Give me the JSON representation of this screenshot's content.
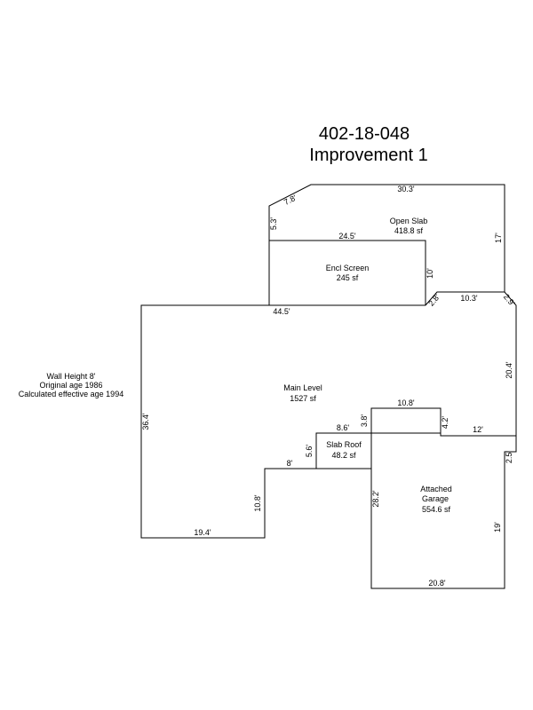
{
  "title": {
    "parcel": "402-18-048",
    "improvement": "Improvement 1"
  },
  "notes": {
    "wall_height": "Wall Height 8'",
    "original_age": "Original age 1986",
    "effective_age": "Calculated effective age 1994"
  },
  "areas": {
    "open_slab": {
      "name": "Open Slab",
      "size": "418.8 sf"
    },
    "encl_screen": {
      "name": "Encl Screen",
      "size": "245 sf"
    },
    "main_level": {
      "name": "Main Level",
      "size": "1527 sf"
    },
    "slab_roof": {
      "name": "Slab Roof",
      "size": "48.2 sf"
    },
    "garage": {
      "name_line1": "Attached",
      "name_line2": "Garage",
      "size": "554.6 sf"
    }
  },
  "dims": {
    "d_30_3": "30.3'",
    "d_7_8": "7.8'",
    "d_5_3": "5.3'",
    "d_17": "17'",
    "d_24_5": "24.5'",
    "d_10": "10'",
    "d_44_5": "44.5'",
    "d_2_8": "2.8'",
    "d_10_3": "10.3'",
    "d_2_9": "2.9'",
    "d_20_4": "20.4'",
    "d_36_4": "36.4'",
    "d_10_8_top": "10.8'",
    "d_4_2": "4.2'",
    "d_12": "12'",
    "d_3_8": "3.8'",
    "d_8_6": "8.6'",
    "d_5_6": "5.6'",
    "d_8": "8'",
    "d_2_5": "2.5'",
    "d_10_8_left": "10.8'",
    "d_28_2": "28.2'",
    "d_19": "19'",
    "d_19_4": "19.4'",
    "d_20_8": "20.8'"
  }
}
